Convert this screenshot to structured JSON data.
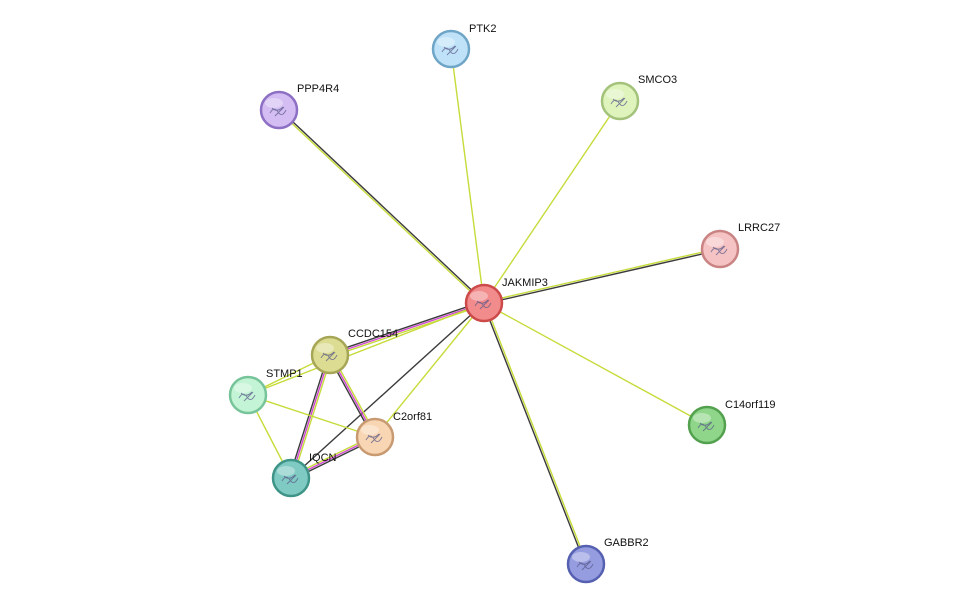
{
  "nodes": [
    {
      "id": "JAKMIP3",
      "label": "JAKMIP3",
      "fill": "#f28b8b",
      "stroke": "#cc4a4a",
      "icon": "protein-structure-icon"
    },
    {
      "id": "PTK2",
      "label": "PTK2",
      "fill": "#bfe2f8",
      "stroke": "#6fa5c6",
      "icon": "protein-structure-icon"
    },
    {
      "id": "SMCO3",
      "label": "SMCO3",
      "fill": "#dff3bd",
      "stroke": "#a3c27a",
      "icon": "protein-structure-icon"
    },
    {
      "id": "PPP4R4",
      "label": "PPP4R4",
      "fill": "#d3bdf2",
      "stroke": "#8d6fc4",
      "icon": "protein-structure-icon"
    },
    {
      "id": "LRRC27",
      "label": "LRRC27",
      "fill": "#f5c3c3",
      "stroke": "#c98383",
      "icon": "protein-structure-icon"
    },
    {
      "id": "CCDC154",
      "label": "CCDC154",
      "fill": "#dcdc92",
      "stroke": "#a6a656",
      "icon": "protein-structure-icon"
    },
    {
      "id": "STMP1",
      "label": "STMP1",
      "fill": "#c4f4d6",
      "stroke": "#78c49a",
      "icon": "protein-structure-icon"
    },
    {
      "id": "C2orf81",
      "label": "C2orf81",
      "fill": "#f8d6b4",
      "stroke": "#c89a72",
      "icon": "protein-structure-icon"
    },
    {
      "id": "IQCN",
      "label": "IQCN",
      "fill": "#7fcac2",
      "stroke": "#3f9488",
      "icon": "protein-structure-icon"
    },
    {
      "id": "C14orf119",
      "label": "C14orf119",
      "fill": "#8fd68a",
      "stroke": "#53a14e",
      "icon": "protein-structure-icon"
    },
    {
      "id": "GABBR2",
      "label": "GABBR2",
      "fill": "#959ce0",
      "stroke": "#5560b0",
      "icon": "protein-structure-icon"
    }
  ],
  "edge_colors": {
    "textmining": "#c7db3a",
    "coexpression": "#3b3b3b",
    "experiments": "#d048d0",
    "databases": "#3fa0a8"
  },
  "edges": [
    {
      "source": "JAKMIP3",
      "target": "PTK2",
      "types": [
        "textmining"
      ]
    },
    {
      "source": "JAKMIP3",
      "target": "SMCO3",
      "types": [
        "textmining"
      ]
    },
    {
      "source": "JAKMIP3",
      "target": "PPP4R4",
      "types": [
        "textmining",
        "coexpression"
      ]
    },
    {
      "source": "JAKMIP3",
      "target": "LRRC27",
      "types": [
        "textmining",
        "coexpression"
      ]
    },
    {
      "source": "JAKMIP3",
      "target": "C14orf119",
      "types": [
        "textmining"
      ]
    },
    {
      "source": "JAKMIP3",
      "target": "GABBR2",
      "types": [
        "textmining",
        "coexpression"
      ]
    },
    {
      "source": "JAKMIP3",
      "target": "CCDC154",
      "types": [
        "textmining",
        "experiments",
        "coexpression"
      ]
    },
    {
      "source": "JAKMIP3",
      "target": "IQCN",
      "types": [
        "coexpression"
      ]
    },
    {
      "source": "JAKMIP3",
      "target": "C2orf81",
      "types": [
        "textmining"
      ]
    },
    {
      "source": "JAKMIP3",
      "target": "STMP1",
      "types": [
        "textmining"
      ]
    },
    {
      "source": "CCDC154",
      "target": "STMP1",
      "types": [
        "textmining"
      ]
    },
    {
      "source": "CCDC154",
      "target": "IQCN",
      "types": [
        "textmining",
        "experiments",
        "coexpression"
      ]
    },
    {
      "source": "CCDC154",
      "target": "C2orf81",
      "types": [
        "textmining",
        "experiments",
        "coexpression"
      ]
    },
    {
      "source": "STMP1",
      "target": "IQCN",
      "types": [
        "textmining"
      ]
    },
    {
      "source": "STMP1",
      "target": "C2orf81",
      "types": [
        "textmining"
      ]
    },
    {
      "source": "IQCN",
      "target": "C2orf81",
      "types": [
        "textmining",
        "experiments",
        "coexpression"
      ]
    }
  ]
}
